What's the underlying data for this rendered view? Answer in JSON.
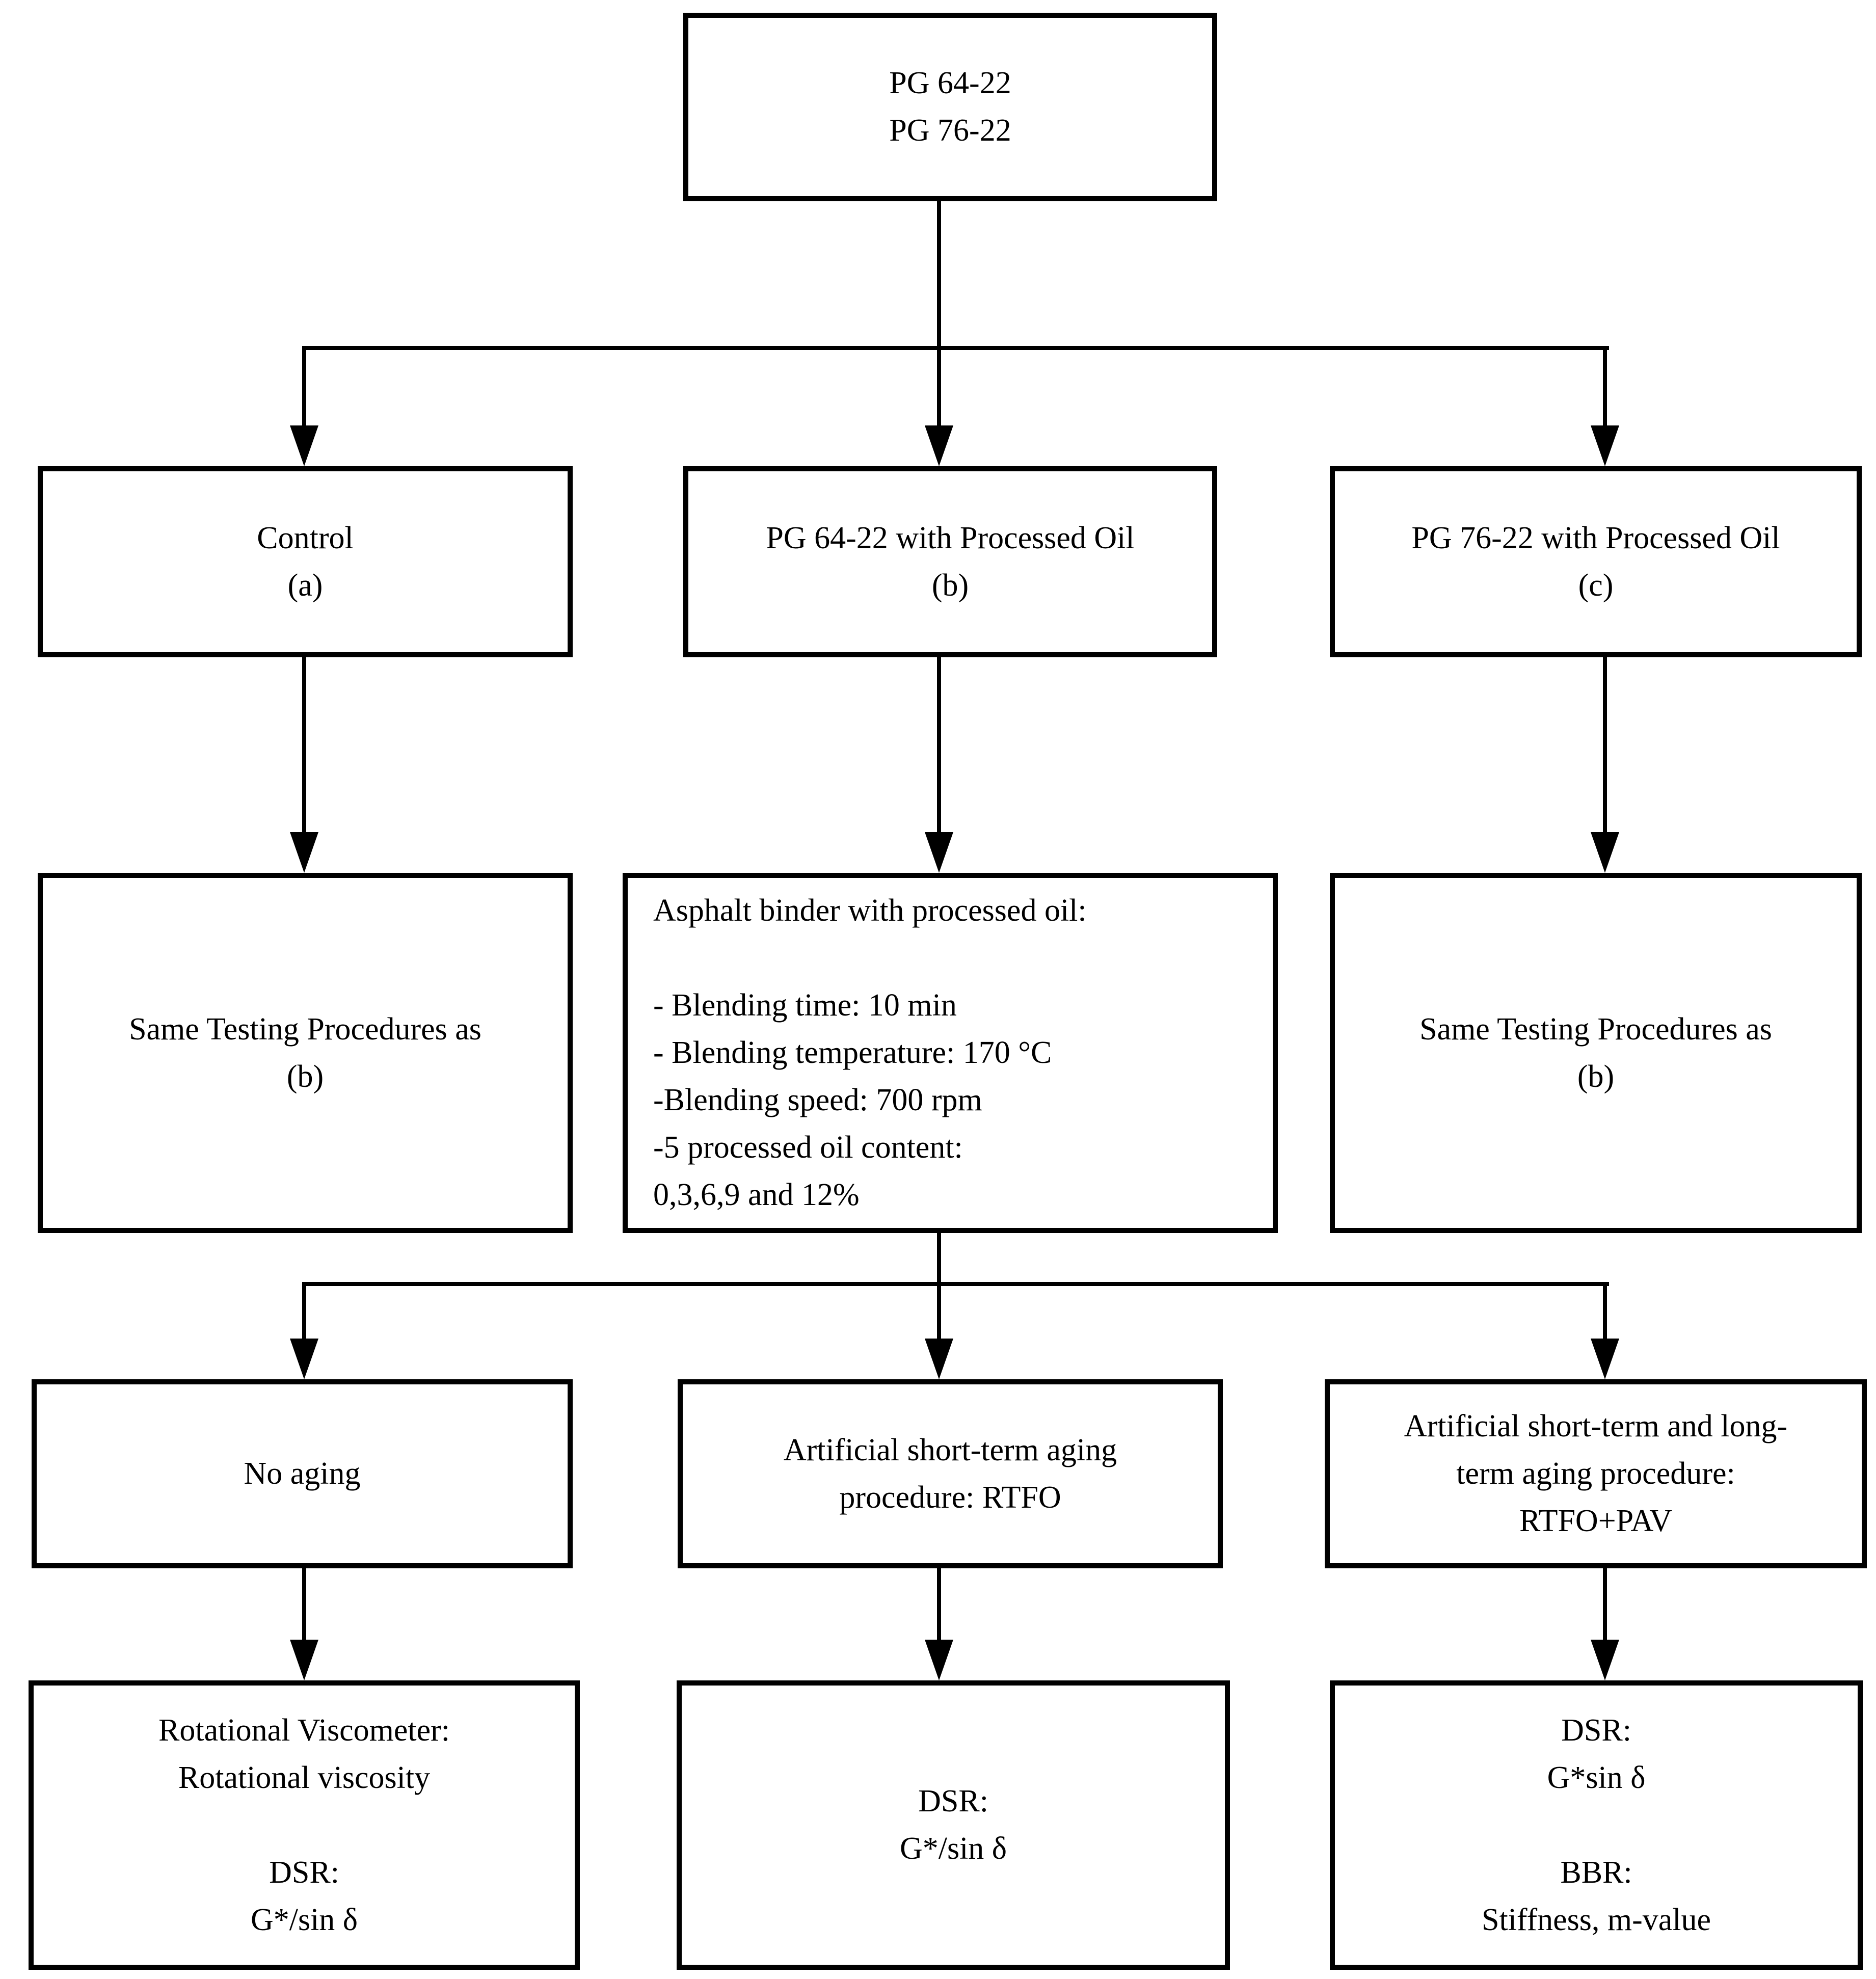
{
  "colors": {
    "line": "#000000",
    "box_border": "#000000",
    "box_background": "#ffffff",
    "text": "#000000"
  },
  "nodes": {
    "root": "PG 64-22\nPG 76-22",
    "control": "Control\n(a)",
    "pg64_oil": "PG 64-22 with Processed Oil\n(b)",
    "pg76_oil": "PG 76-22 with Processed Oil\n(c)",
    "same_left": "Same Testing Procedures as\n(b)",
    "blend": "Asphalt binder with processed oil:\n\n- Blending time: 10 min\n- Blending temperature: 170 °C\n-Blending speed: 700 rpm\n-5 processed oil content:\n0,3,6,9 and 12%",
    "same_right": "Same Testing Procedures as\n(b)",
    "no_aging": "No aging",
    "rtfo": "Artificial short-term aging\nprocedure: RTFO",
    "rtfo_pav": "Artificial short-term and long-\nterm aging procedure:\nRTFO+PAV",
    "visc_dsr": "Rotational Viscometer:\nRotational viscosity\n\nDSR:\nG*/sin δ",
    "dsr_rtfo": "DSR:\nG*/sin δ",
    "dsr_bbr": "DSR:\nG*sin δ\n\nBBR:\nStiffness, m-value"
  }
}
